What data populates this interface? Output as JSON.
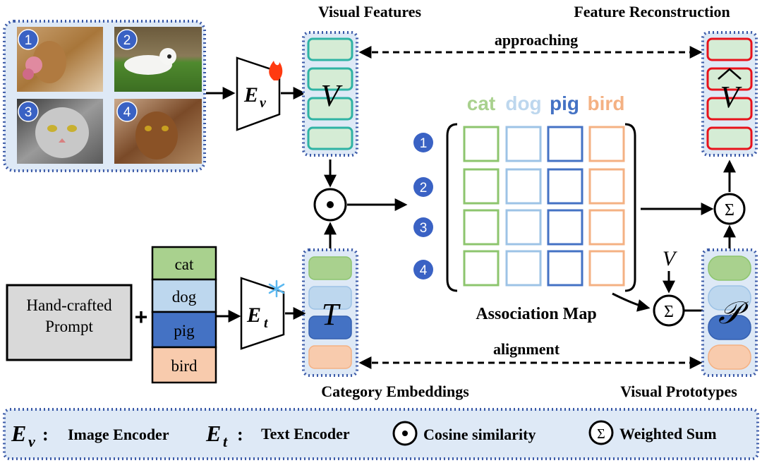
{
  "titles": {
    "visual_features": "Visual Features",
    "feature_reconstruction": "Feature Reconstruction",
    "category_embeddings": "Category Embeddings",
    "visual_prototypes": "Visual Prototypes",
    "association_map": "Association Map"
  },
  "arrows": {
    "approaching": "approaching",
    "alignment": "alignment"
  },
  "prompt": {
    "line1": "Hand-crafted",
    "line2": "Prompt",
    "plus": "+"
  },
  "categories": [
    {
      "name": "cat",
      "fill": "#a9d18e",
      "color": "#8dc56e"
    },
    {
      "name": "dog",
      "fill": "#bdd7ee",
      "color": "#9dc3e6"
    },
    {
      "name": "pig",
      "fill": "#4472c4",
      "color": "#4472c4"
    },
    {
      "name": "bird",
      "fill": "#f8cbad",
      "color": "#f4b183"
    }
  ],
  "images": [
    {
      "num": "1"
    },
    {
      "num": "2"
    },
    {
      "num": "3"
    },
    {
      "num": "4"
    }
  ],
  "symbols": {
    "V": "V",
    "V_hat": "V",
    "hat": "^",
    "T": "T",
    "P": "𝒫",
    "E": "E",
    "v_sub": "v",
    "t_sub": "t",
    "sigma": "Σ",
    "V_input": "V"
  },
  "legend": {
    "ev_colon": ":",
    "image_encoder": "Image Encoder",
    "et_colon": ":",
    "text_encoder": "Text Encoder",
    "cosine": "Cosine similarity",
    "weighted_sum": "Weighted Sum"
  },
  "colors": {
    "dotted_border": "#3b5aa8",
    "panel_bg": "#dee9f6",
    "teal": "#2fb3a4",
    "light_green": "#d5ecd5",
    "red": "#e8121c",
    "badge": "#3a62c4",
    "flame": "#ff3a10",
    "snow": "#5bb8f0"
  }
}
